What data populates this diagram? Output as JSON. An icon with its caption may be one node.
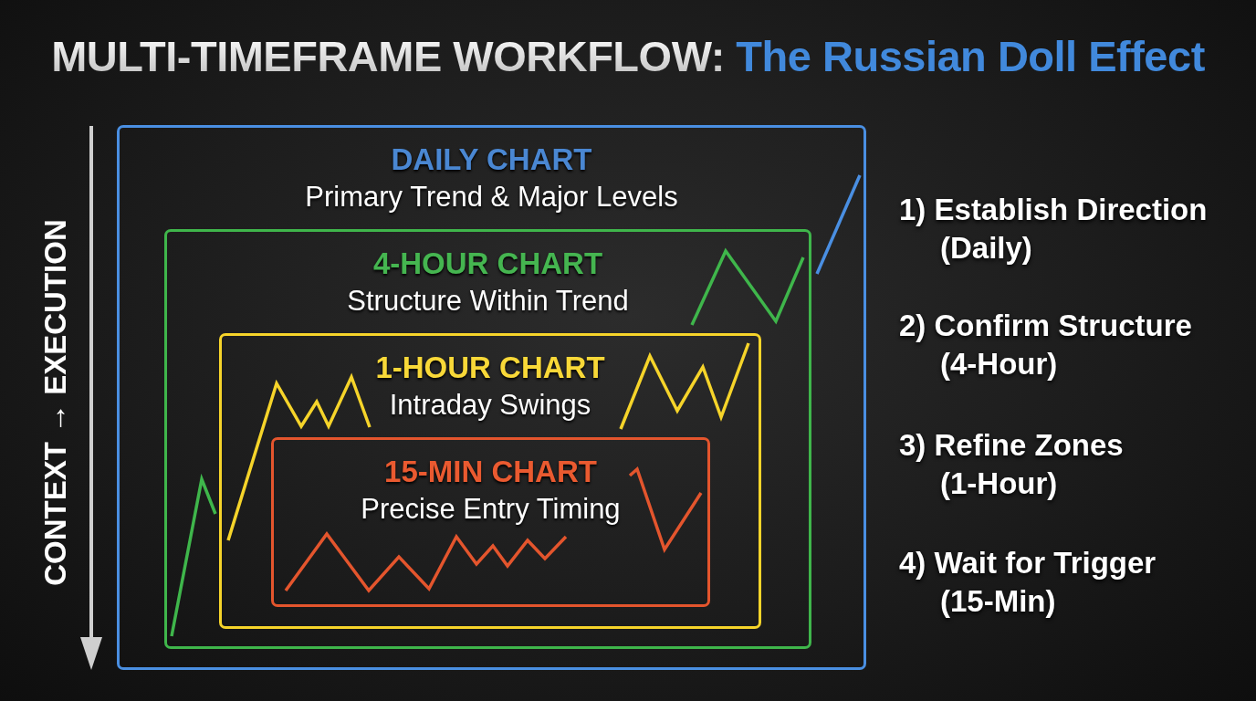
{
  "diagram": {
    "title": "MULTI-TIMEFRAME WORKFLOW: The Russian Doll Effect",
    "nodes": [
      {
        "text": [
          "DAILY CHART",
          "Primary Trend & Major Levels"
        ]
      },
      {
        "text": [
          "4-HOUR CHART",
          "Structure Within Trend"
        ],
        "in": 0
      },
      {
        "text": [
          "1-HOUR CHART",
          "Intraday Swings"
        ],
        "in": 1
      },
      {
        "text": [
          "15-MIN CHART",
          "Precise Entry Timing"
        ],
        "in": 2
      }
    ],
    "labels": [
      "CONTEXT → EXECUTION",
      "1) Establish Direction (Daily)",
      "2) Confirm Structure (4-Hour)",
      "3) Refine Zones (1-Hour)",
      "4) Wait for Trigger (15-Min)"
    ]
  }
}
